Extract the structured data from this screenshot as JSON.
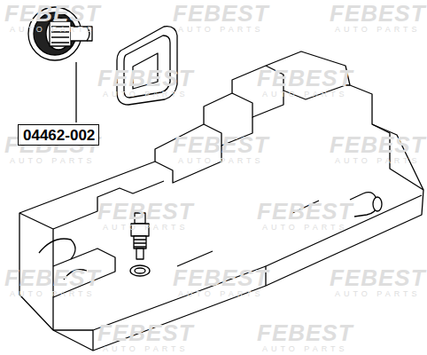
{
  "diagram": {
    "nodes": [
      {
        "text": [
          "04462-002"
        ]
      }
    ],
    "labels": [
      "FEBEST",
      "AUTO PARTS",
      "FEBEST",
      "AUTO PARTS",
      "FEBEST",
      "AUTO PARTS",
      "FEBEST",
      "AUTO PARTS",
      "FEBEST",
      "AUTO PARTS",
      "FEBEST",
      "AUTO PARTS",
      "FEBEST",
      "AUTO PARTS",
      "FEBEST",
      "AUTO PARTS",
      "FEBEST",
      "AUTO PARTS",
      "FEBEST",
      "AUTO PARTS",
      "FEBEST",
      "AUTO PARTS",
      "FEBEST",
      "AUTO PARTS",
      "FEBEST",
      "AUTO PARTS",
      "FEBEST",
      "AUTO PARTS",
      "FEBEST",
      "AUTO PARTS"
    ]
  }
}
